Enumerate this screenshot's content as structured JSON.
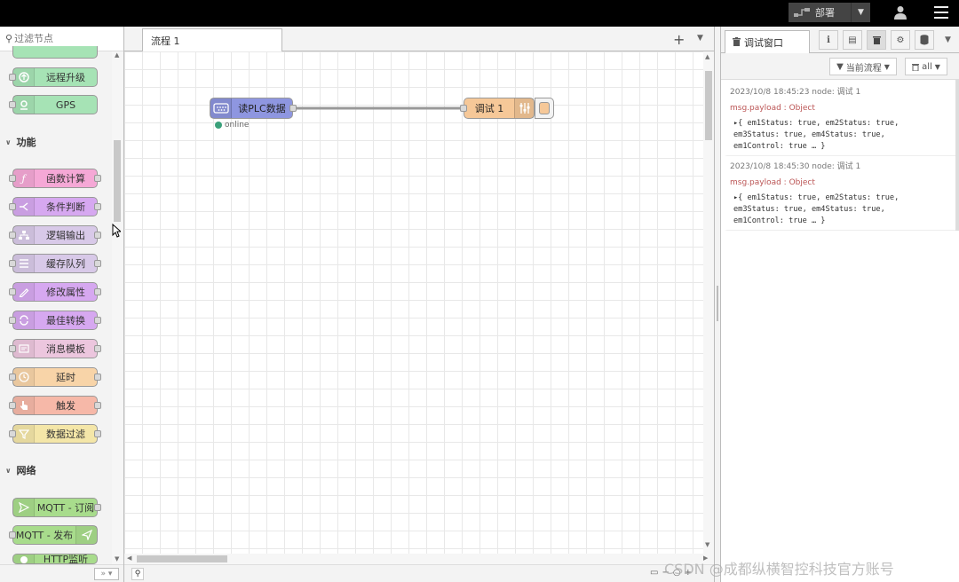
{
  "header": {
    "deploy_label": "部署",
    "deploy_icon": "deploy-icon",
    "user_icon": "user-icon",
    "menu_icon": "hamburger-icon"
  },
  "palette": {
    "search_placeholder": "过滤节点",
    "partial_top_label": "",
    "nodes_top": [
      {
        "label": "远程升级",
        "color": "#a6e3b5",
        "icon": "remote-upgrade-icon"
      },
      {
        "label": "GPS",
        "color": "#a6e3b5",
        "icon": "gps-icon"
      }
    ],
    "category_function": {
      "label": "功能"
    },
    "nodes_function": [
      {
        "label": "函数计算",
        "color": "#f5a8d6",
        "icon": "function-icon"
      },
      {
        "label": "条件判断",
        "color": "#d6a8f0",
        "icon": "switch-icon"
      },
      {
        "label": "逻辑输出",
        "color": "#d8c9e8",
        "icon": "logic-icon"
      },
      {
        "label": "缓存队列",
        "color": "#d8c9e8",
        "icon": "queue-icon"
      },
      {
        "label": "修改属性",
        "color": "#d6a8f0",
        "icon": "change-icon"
      },
      {
        "label": "最佳转换",
        "color": "#d6a8f0",
        "icon": "convert-icon"
      },
      {
        "label": "消息模板",
        "color": "#ecc6de",
        "icon": "template-icon"
      },
      {
        "label": "延时",
        "color": "#f8d4a8",
        "icon": "delay-icon"
      },
      {
        "label": "触发",
        "color": "#f6b8a8",
        "icon": "trigger-icon"
      },
      {
        "label": "数据过滤",
        "color": "#f4e6a8",
        "icon": "filter-icon"
      }
    ],
    "category_network": {
      "label": "网络"
    },
    "nodes_network": [
      {
        "label": "MQTT - 订阅",
        "color": "#a8dc8c",
        "icon": "mqtt-in-icon"
      },
      {
        "label": "MQTT - 发布",
        "color": "#a8dc8c",
        "icon": "mqtt-out-icon"
      },
      {
        "label": "HTTP监听",
        "color": "#a8dc8c",
        "icon": "http-icon"
      }
    ]
  },
  "workspace": {
    "tab_label": "流程 1",
    "nodes": {
      "plc": {
        "label": "读PLC数据",
        "status": "online",
        "color": "#8e96e0"
      },
      "debug": {
        "label": "调试 1",
        "color": "#f6c898"
      }
    }
  },
  "sidebar": {
    "title": "调试窗口",
    "filter_label": "当前流程",
    "clear_label": "all",
    "messages": [
      {
        "meta": "2023/10/8 18:45:23  node: 调试 1",
        "topic": "msg.payload : Object",
        "body": "▸{ em1Status: true, em2Status: true,\nem3Status: true, em4Status: true,\nem1Control: true … }"
      },
      {
        "meta": "2023/10/8 18:45:30  node: 调试 1",
        "topic": "msg.payload : Object",
        "body": "▸{ em1Status: true, em2Status: true,\nem3Status: true, em4Status: true,\nem1Control: true … }"
      }
    ]
  },
  "watermark": "CSDN @成都纵横智控科技官方账号"
}
